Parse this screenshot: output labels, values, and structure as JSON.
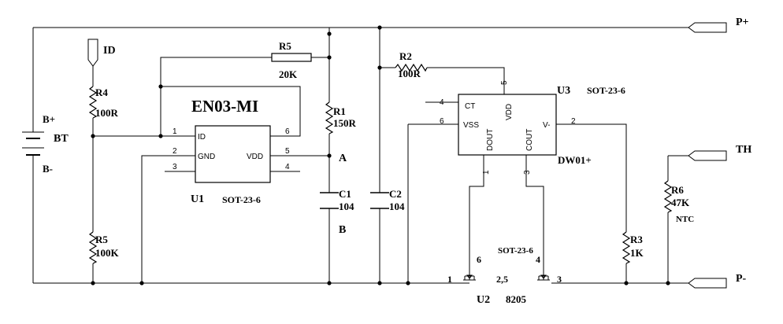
{
  "battery": {
    "pos": "B+",
    "name": "BT",
    "neg": "B-"
  },
  "terminals": {
    "p_plus": "P+",
    "p_minus": "P-",
    "th": "TH",
    "id": "ID"
  },
  "u1": {
    "title": "EN03-MI",
    "ref": "U1",
    "package": "SOT-23-6",
    "pins": {
      "id": "ID",
      "gnd": "GND",
      "vdd": "VDD"
    },
    "pin_numbers": {
      "p1": "1",
      "p2": "2",
      "p3": "3",
      "p4": "4",
      "p5": "5",
      "p6": "6"
    }
  },
  "u3": {
    "ref": "U3",
    "package": "SOT-23-6",
    "part": "DW01+",
    "pins": {
      "ct": "CT",
      "vss": "VSS",
      "vdd": "VDD",
      "vminus": "V-",
      "dout": "DOUT",
      "cout": "COUT"
    },
    "pin_numbers": {
      "p1": "1",
      "p2": "2",
      "p3": "3",
      "p4": "4",
      "p5": "5",
      "p6": "6"
    }
  },
  "u2": {
    "ref": "U2",
    "part": "8205",
    "package": "SOT-23-6",
    "pin_numbers": {
      "p1": "1",
      "p25": "2,5",
      "p3": "3",
      "p4": "4",
      "p6": "6"
    }
  },
  "resistors": {
    "r4": {
      "ref": "R4",
      "value": "100R"
    },
    "r5a": {
      "ref": "R5",
      "value": "20K"
    },
    "r5b": {
      "ref": "R5",
      "value": "100K"
    },
    "r1": {
      "ref": "R1",
      "value": "150R"
    },
    "r2": {
      "ref": "R2",
      "value": "100R"
    },
    "r3": {
      "ref": "R3",
      "value": "1K"
    },
    "r6": {
      "ref": "R6",
      "value": "47K",
      "note": "NTC"
    }
  },
  "capacitors": {
    "c1": {
      "ref": "C1",
      "value": "104"
    },
    "c2": {
      "ref": "C2",
      "value": "104"
    }
  },
  "nodes": {
    "a": "A",
    "b": "B"
  }
}
